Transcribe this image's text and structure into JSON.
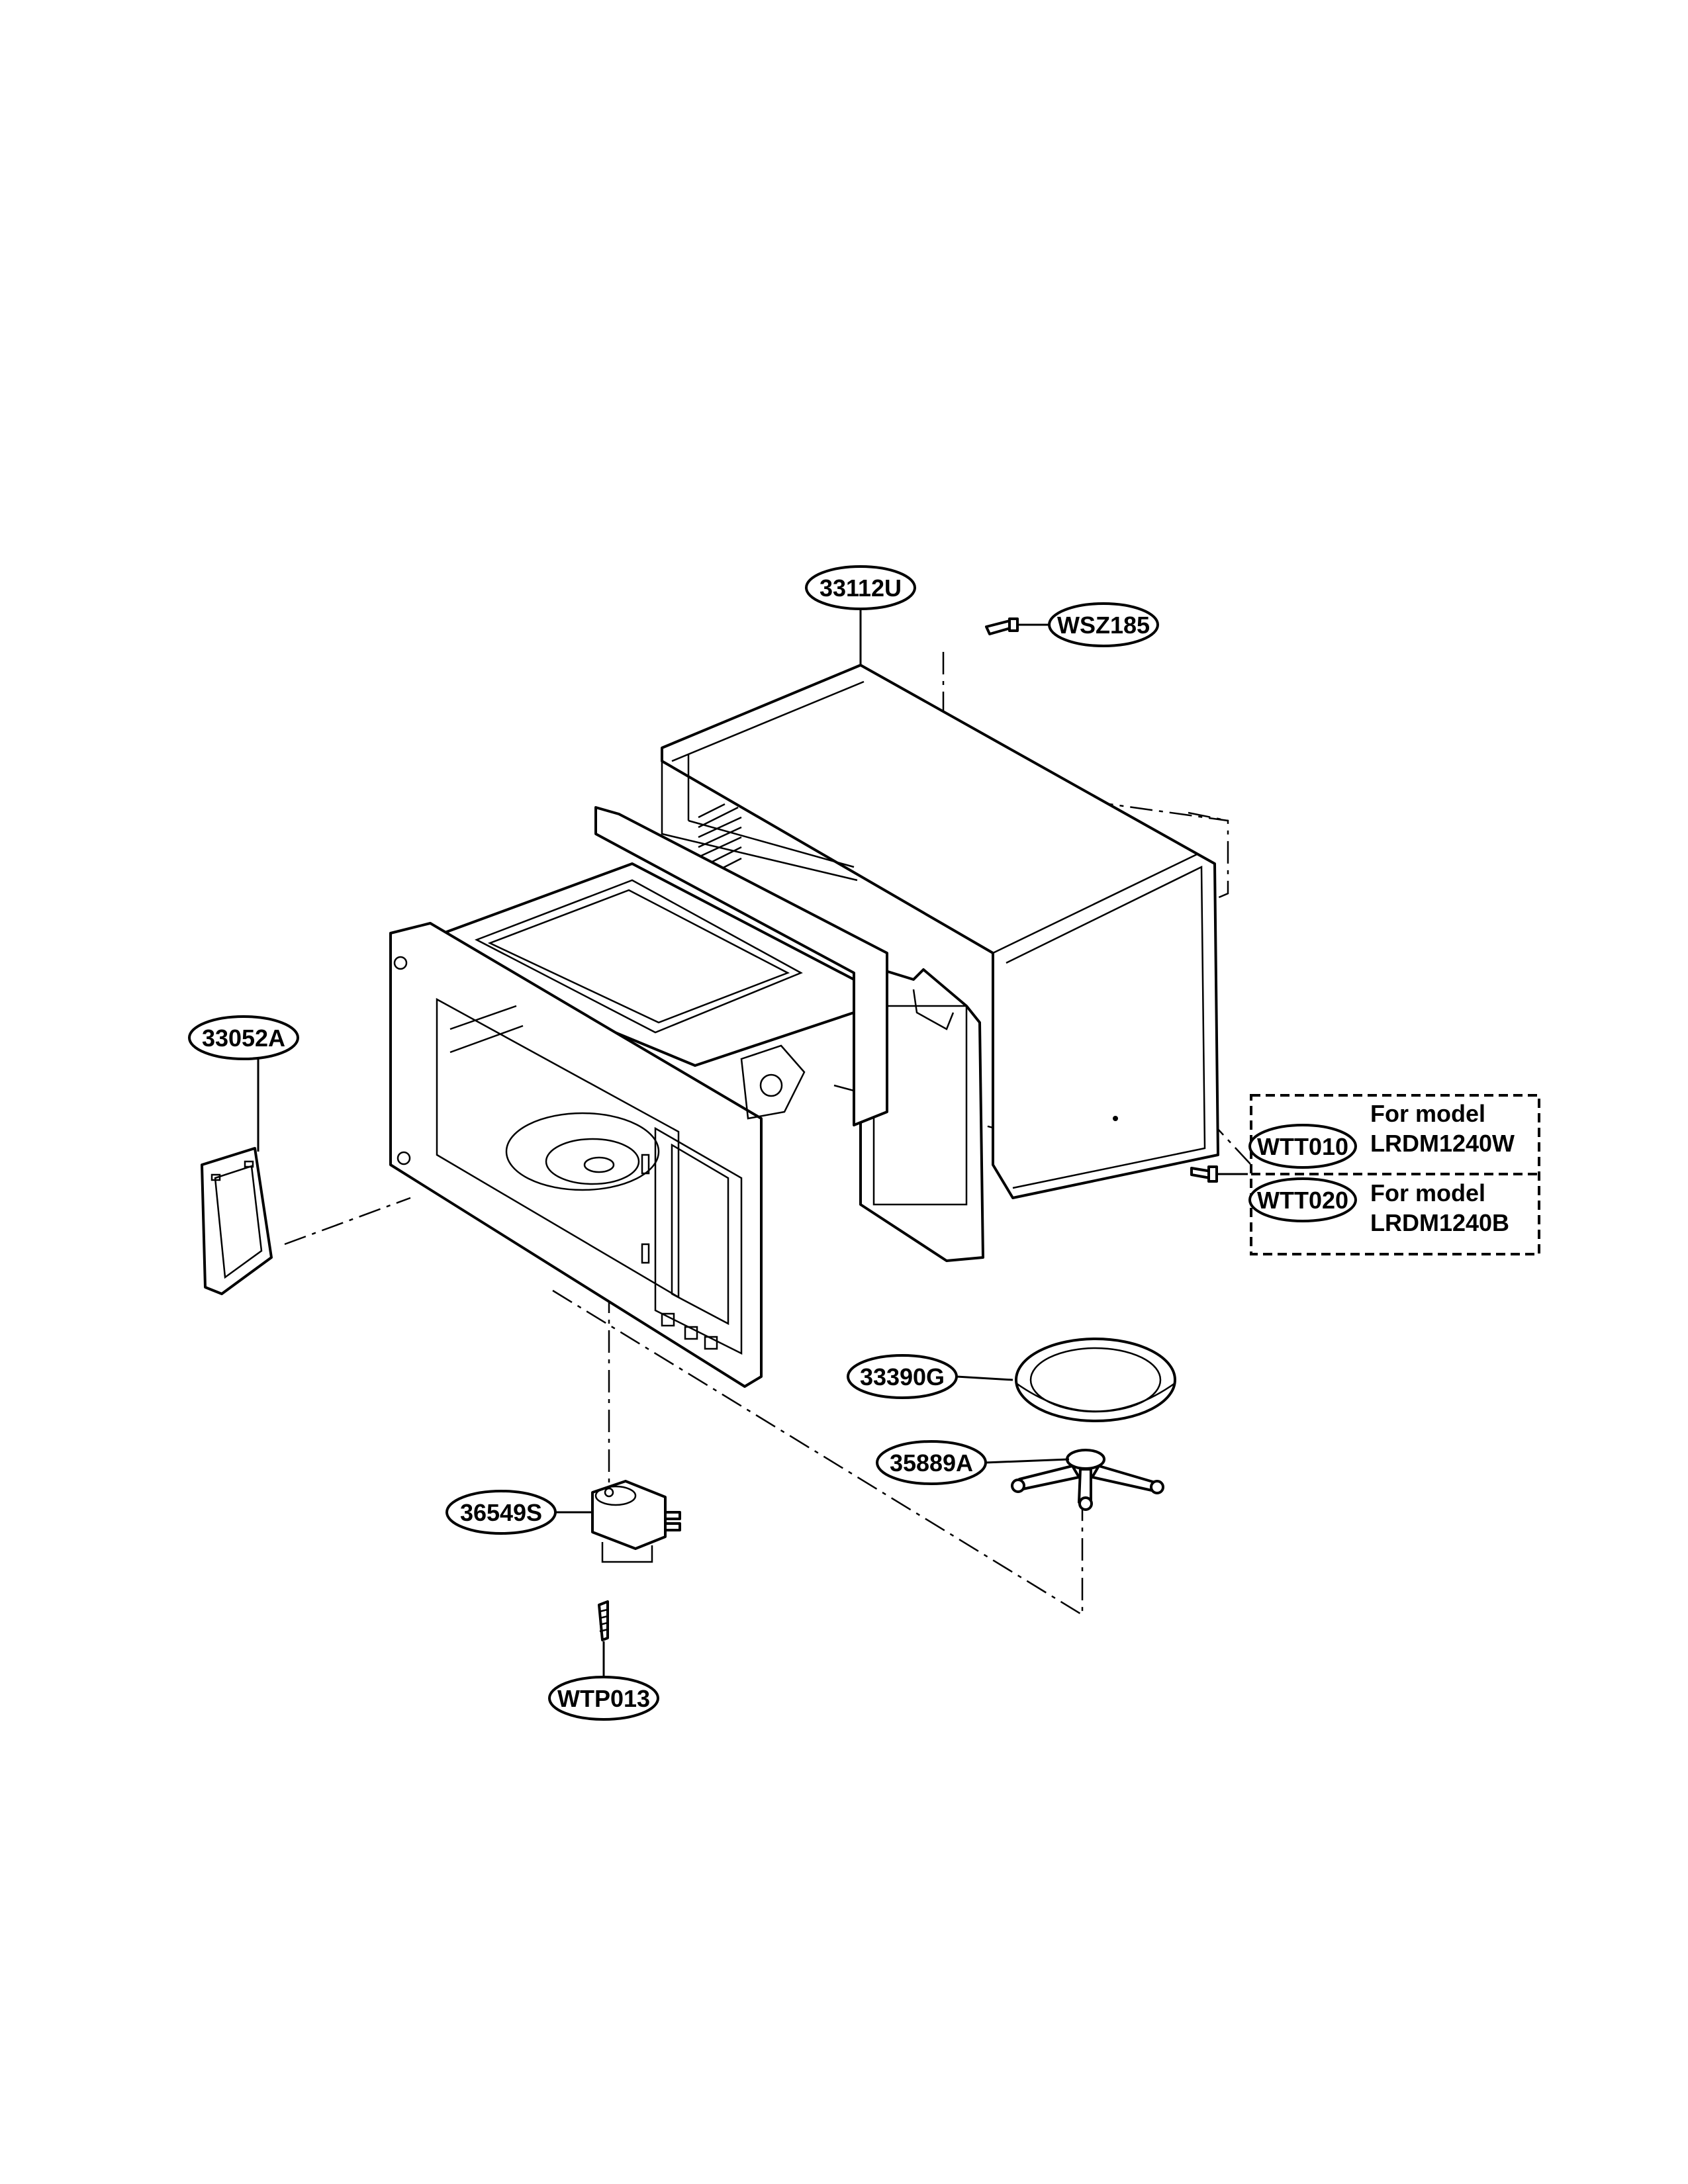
{
  "diagram": {
    "part_labels": {
      "outer_case": "33112U",
      "case_screw": "WSZ185",
      "waveguide_cover": "33052A",
      "tray_glass": "33390G",
      "roller_guide": "35889A",
      "turntable_motor": "36549S",
      "motor_screw": "WTP013",
      "screw_white": "WTT010",
      "screw_black": "WTT020"
    },
    "model_notes": {
      "white_line1": "For model",
      "white_line2": "LRDM1240W",
      "black_line1": "For model",
      "black_line2": "LRDM1240B"
    }
  }
}
